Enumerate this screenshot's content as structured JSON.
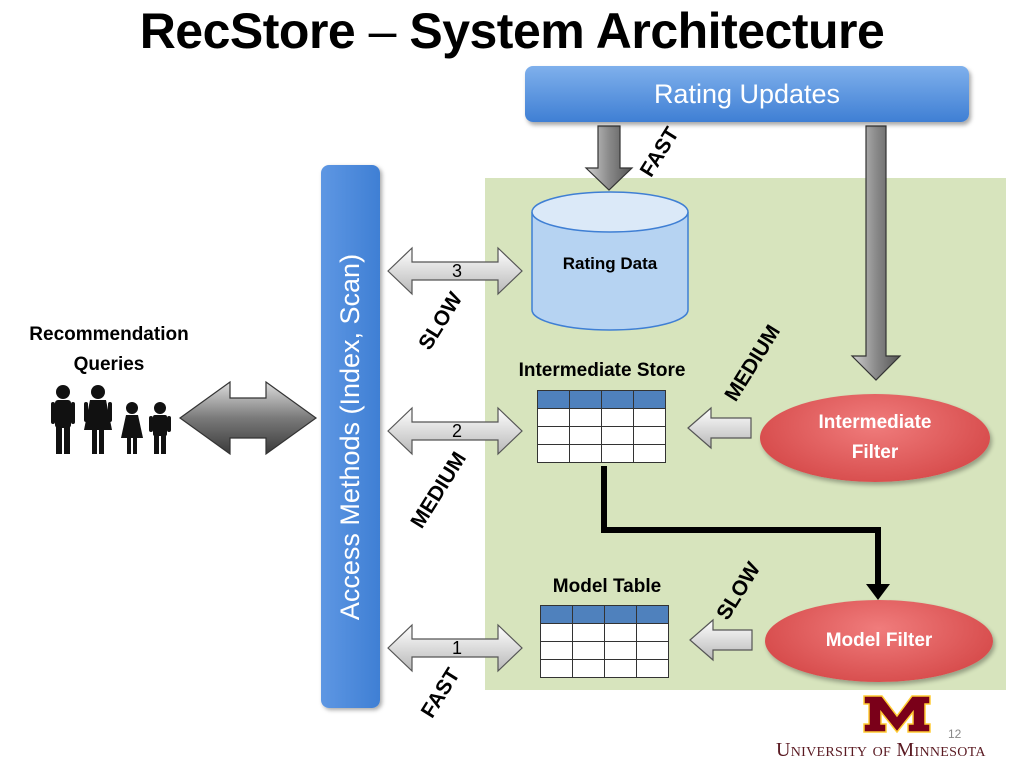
{
  "title": {
    "part1": "RecStore",
    "dash": "–",
    "part2": "System Architecture"
  },
  "rating_updates": "Rating Updates",
  "access_methods": "Access Methods (Index, Scan)",
  "queries_label": {
    "line1": "Recommendation",
    "line2": "Queries"
  },
  "rating_data": "Rating Data",
  "intermediate_store": "Intermediate Store",
  "model_table": "Model Table",
  "intermediate_filter": {
    "line1": "Intermediate",
    "line2": "Filter"
  },
  "model_filter": "Model Filter",
  "arrow_numbers": {
    "a3": "3",
    "a2": "2",
    "a1": "1"
  },
  "speeds": {
    "top_fast": "FAST",
    "slow_3": "SLOW",
    "medium_2": "MEDIUM",
    "fast_1": "FAST",
    "medium_right": "MEDIUM",
    "slow_right": "SLOW"
  },
  "footer": {
    "slide_number": "12",
    "university": "University of Minnesota"
  },
  "icons": [
    "people-icon",
    "database-icon",
    "table-grid-icon",
    "university-m-logo"
  ],
  "colors": {
    "accent_blue": "#3f7fd4",
    "green_panel": "#d7e4bd",
    "filter_red": "#cf3d3d",
    "table_header": "#4f81bd",
    "umn_maroon": "#7a0019"
  }
}
